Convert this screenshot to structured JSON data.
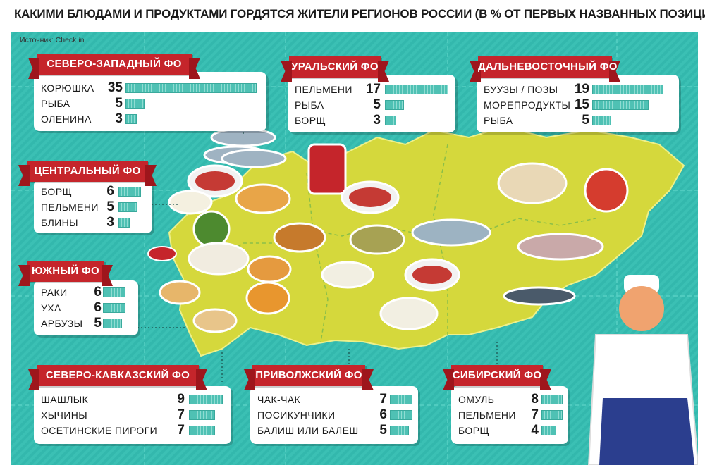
{
  "title": "КАКИМИ БЛЮДАМИ И ПРОДУКТАМИ ГОРДЯТСЯ ЖИТЕЛИ РЕГИОНОВ РОССИИ (В % ОТ ПЕРВЫХ НАЗВАННЫХ ПОЗИЦИЙ)",
  "source": "Источник: Check in",
  "colors": {
    "ribbon": "#c5252b",
    "background": "#33b8ad",
    "map": "#d5d83c",
    "bar": "#4fc1b4"
  },
  "chart_data": [
    {
      "type": "bar",
      "title": "СЕВЕРО-ЗАПАДНЫЙ ФО",
      "categories": [
        "КОРЮШКА",
        "РЫБА",
        "ОЛЕНИНА"
      ],
      "values": [
        35,
        5,
        3
      ]
    },
    {
      "type": "bar",
      "title": "УРАЛЬСКИЙ ФО",
      "categories": [
        "ПЕЛЬМЕНИ",
        "РЫБА",
        "БОРЩ"
      ],
      "values": [
        17,
        5,
        3
      ]
    },
    {
      "type": "bar",
      "title": "ДАЛЬНЕВОСТОЧНЫЙ ФО",
      "categories": [
        "БУУЗЫ / ПОЗЫ",
        "МОРЕПРОДУКТЫ",
        "РЫБА"
      ],
      "values": [
        19,
        15,
        5
      ]
    },
    {
      "type": "bar",
      "title": "ЦЕНТРАЛЬНЫЙ ФО",
      "categories": [
        "БОРЩ",
        "ПЕЛЬМЕНИ",
        "БЛИНЫ"
      ],
      "values": [
        6,
        5,
        3
      ]
    },
    {
      "type": "bar",
      "title": "ЮЖНЫЙ ФО",
      "categories": [
        "РАКИ",
        "УХА",
        "АРБУЗЫ"
      ],
      "values": [
        6,
        6,
        5
      ]
    },
    {
      "type": "bar",
      "title": "СЕВЕРО-КАВКАЗСКИЙ ФО",
      "categories": [
        "ШАШЛЫК",
        "ХЫЧИНЫ",
        "ОСЕТИНСКИЕ ПИРОГИ"
      ],
      "values": [
        9,
        7,
        7
      ]
    },
    {
      "type": "bar",
      "title": "ПРИВОЛЖСКИЙ ФО",
      "categories": [
        "ЧАК-ЧАК",
        "ПОСИКУНЧИКИ",
        "БАЛИШ ИЛИ БАЛЕШ"
      ],
      "values": [
        7,
        6,
        5
      ]
    },
    {
      "type": "bar",
      "title": "СИБИРСКИЙ ФО",
      "categories": [
        "ОМУЛЬ",
        "ПЕЛЬМЕНИ",
        "БОРЩ"
      ],
      "values": [
        8,
        7,
        4
      ]
    }
  ]
}
